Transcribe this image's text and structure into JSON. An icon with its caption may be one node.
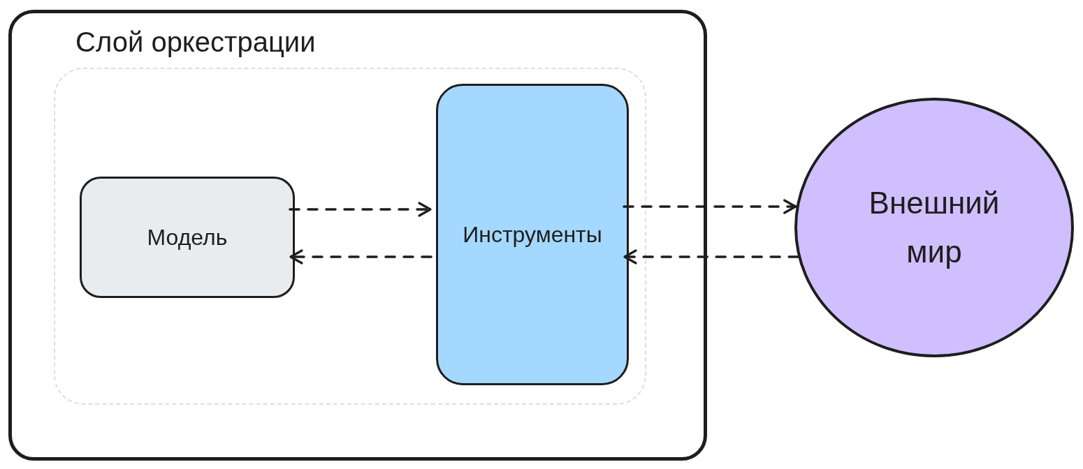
{
  "diagram": {
    "nodes": [
      {
        "text": [
          "Слой оркестрации"
        ]
      },
      {
        "text": [],
        "shape": "box",
        "in": 0
      },
      {
        "text": [
          "Модель"
        ],
        "in": 1
      },
      {
        "text": [
          "Инструменты"
        ],
        "in": 1
      },
      {
        "text": [
          "Внешний мир"
        ]
      }
    ],
    "edges": [
      {
        "from": 2,
        "to": 3,
        "arrow": "to",
        "style": "dashed"
      },
      {
        "from": 3,
        "to": 2,
        "arrow": "to",
        "style": "dashed"
      },
      {
        "from": 3,
        "to": 4,
        "arrow": "to",
        "style": "dashed"
      },
      {
        "from": 4,
        "to": 3,
        "arrow": "to",
        "style": "dashed"
      }
    ]
  }
}
